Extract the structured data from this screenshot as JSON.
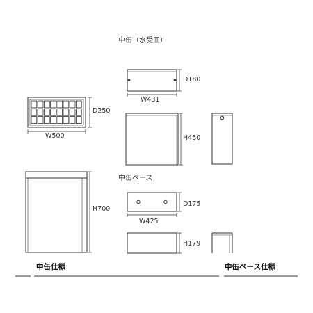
{
  "titles": {
    "inner_can_tray": "中缶（水受皿）",
    "inner_can_base": "中缶ベース"
  },
  "dimensions": {
    "tray_depth": "D180",
    "tray_width": "W431",
    "top_depth": "D250",
    "top_width": "W500",
    "inner_can_height": "H450",
    "outer_height": "H700",
    "base_depth": "D175",
    "base_width": "W425",
    "base_height": "H179"
  },
  "footer": {
    "left_label": "中缶仕様",
    "right_label": "中缶ベース仕様"
  },
  "colors": {
    "line": "#333333",
    "text": "#222222"
  }
}
